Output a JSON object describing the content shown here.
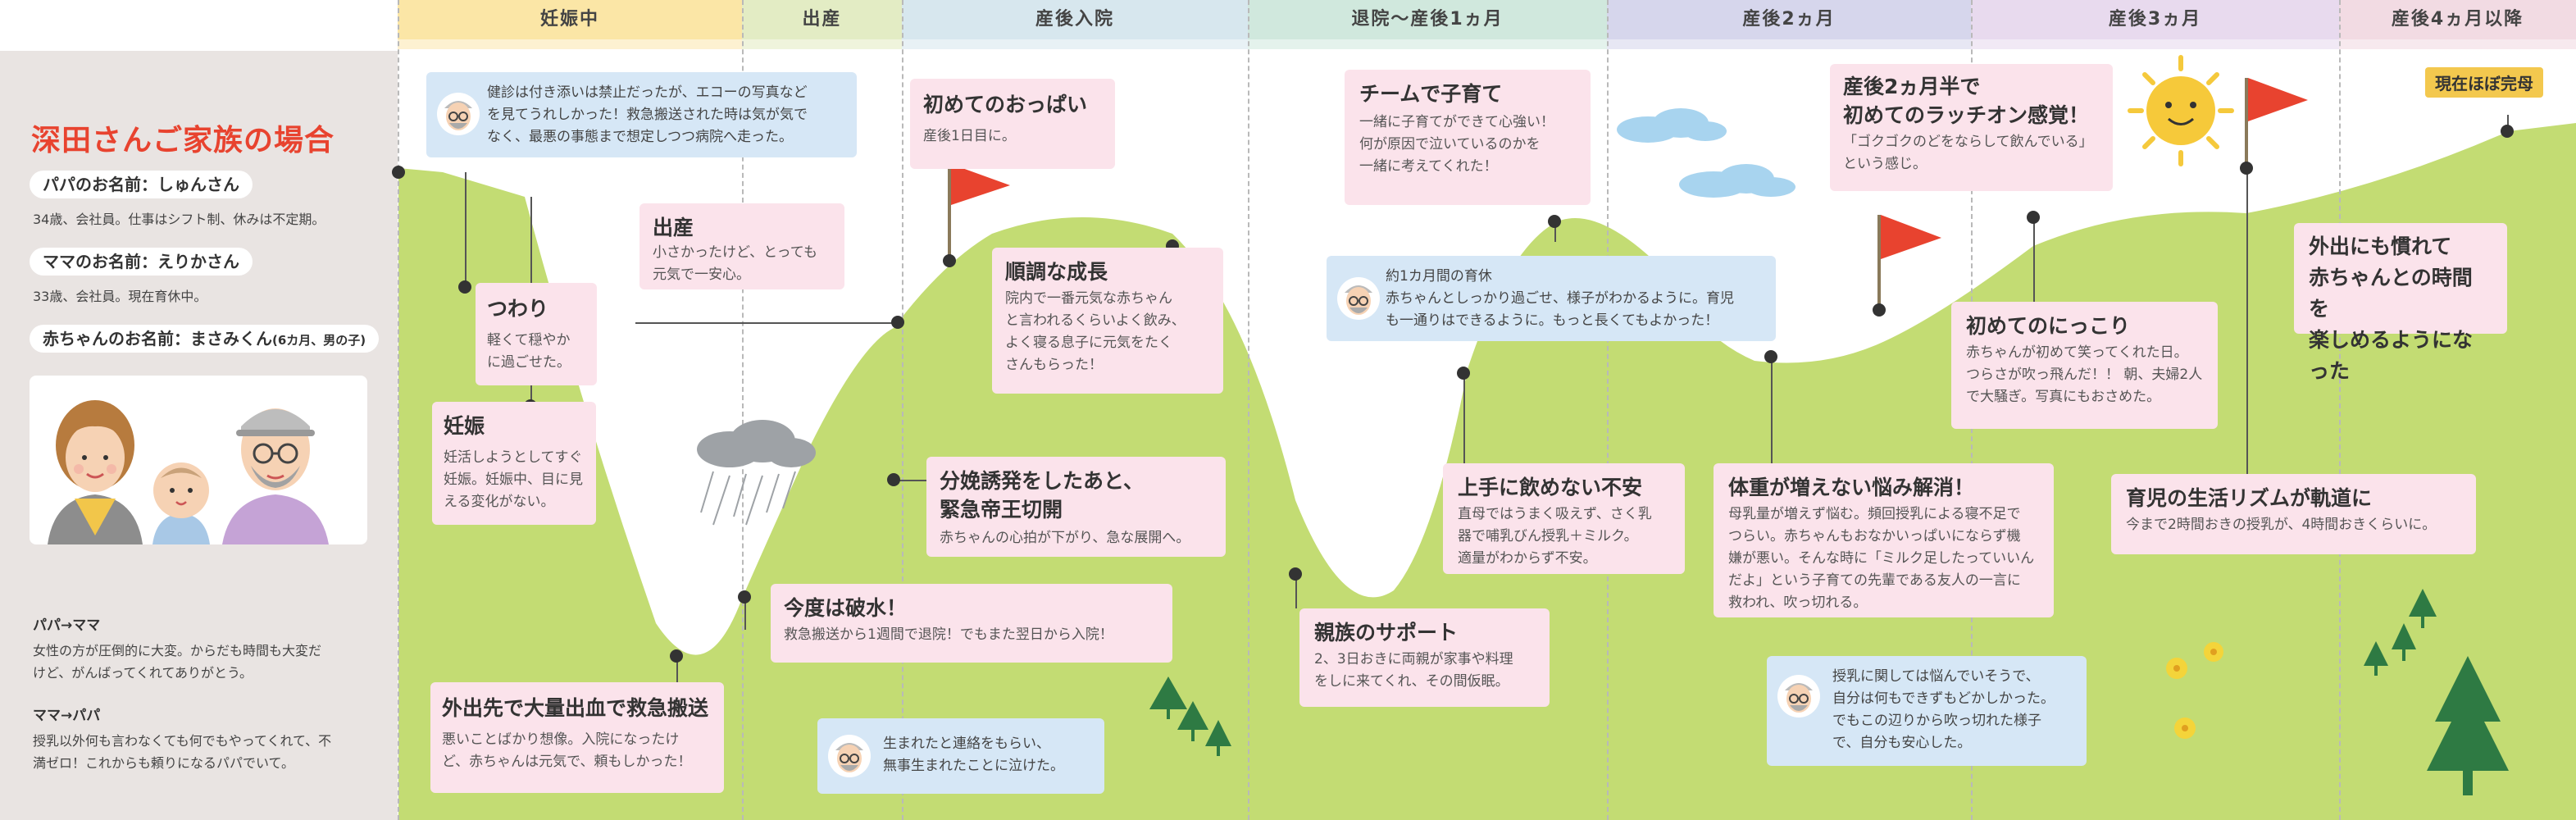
{
  "phases": [
    {
      "label": "妊娠中",
      "color": "#fbe6a6",
      "band": "#fdf1d1"
    },
    {
      "label": "出産",
      "color": "#e3ecc4",
      "band": "#eff4dc"
    },
    {
      "label": "産後入院",
      "color": "#d7e7ee",
      "band": "#e8f1f5"
    },
    {
      "label": "退院〜産後1ヵ月",
      "color": "#d0e8dd",
      "band": "#e4f2ec"
    },
    {
      "label": "産後2ヵ月",
      "color": "#d6d6ec",
      "band": "#e7e7f4"
    },
    {
      "label": "産後3ヵ月",
      "color": "#e8daee",
      "band": "#f1e9f5"
    },
    {
      "label": "産後4ヵ月以降",
      "color": "#f2dbe3",
      "band": "#f7e9ee"
    }
  ],
  "family": {
    "title": "深田さんご家族の場合",
    "papa_name": "パパのお名前：しゅんさん",
    "papa_desc": "34歳、会社員。仕事はシフト制、休みは不定期。",
    "mama_name": "ママのお名前：えりかさん",
    "mama_desc": "33歳、会社員。現在育休中。",
    "baby_name": "赤ちゃんのお名前：まさみくん",
    "baby_age": "(6カ月、男の子)",
    "papa_to_mama_head": "パパ→ママ",
    "papa_to_mama_1": "女性の方が圧倒的に大変。からだも時間も大変だ",
    "papa_to_mama_2": "けど、がんばってくれてありがとう。",
    "mama_to_papa_head": "ママ→パパ",
    "mama_to_papa_1": "授乳以外何も言わなくても何でもやってくれて、不",
    "mama_to_papa_2": "満ゼロ！これからも頼りになるパパでいて。"
  },
  "events": {
    "tsuwari": {
      "title": "つわり",
      "l1": "軽くて穏やか",
      "l2": "に過ごせた。"
    },
    "ninshin": {
      "title": "妊娠",
      "l1": "妊活しようとしてすぐ",
      "l2": "妊娠。妊娠中、目に見",
      "l3": "える変化がない。"
    },
    "bleed": {
      "title": "外出先で大量出血で救急搬送",
      "l1": "悪いことばかり想像。入院になったけ",
      "l2": "ど、赤ちゃんは元気で、頼もしかった！"
    },
    "hasui": {
      "title": "今度は破水！",
      "l1": "救急搬送から1週間で退院！でもまた翌日から入院！"
    },
    "shussan": {
      "title": "出産",
      "l1": "小さかったけど、とっても",
      "l2": "元気で一安心。"
    },
    "oppai": {
      "title": "初めてのおっぱい",
      "l1": "産後1日目に。"
    },
    "seichou": {
      "title": "順調な成長",
      "l1": "院内で一番元気な赤ちゃん",
      "l2": "と言われるくらいよく飲み、",
      "l3": "よく寝る息子に元気をたく",
      "l4": "さんもらった！"
    },
    "teio": {
      "title1": "分娩誘発をしたあと、",
      "title2": "緊急帝王切開",
      "l1": "赤ちゃんの心拍が下がり、急な展開へ。"
    },
    "team": {
      "title": "チームで子育て",
      "l1": "一緒に子育てができて心強い！",
      "l2": "何が原因で泣いているのかを",
      "l3": "一緒に考えてくれた！"
    },
    "shinzoku": {
      "title": "親族のサポート",
      "l1": "2、3日おきに両親が家事や料理",
      "l2": "をしに来てくれ、その間仮眠。"
    },
    "nomenai": {
      "title": "上手に飲めない不安",
      "l1": "直母ではうまく吸えず、さく乳",
      "l2": "器で哺乳びん授乳＋ミルク。",
      "l3": "適量がわからず不安。"
    },
    "latch": {
      "title1": "産後2ヵ月半で",
      "title2": "初めてのラッチオン感覚！",
      "l1": "「ゴクゴクのどをならして飲んでいる」",
      "l2": "という感じ。"
    },
    "weight": {
      "title": "体重が増えない悩み解消！",
      "l1": "母乳量が増えず悩む。頻回授乳による寝不足で",
      "l2": "つらい。赤ちゃんもおなかいっぱいにならず機",
      "l3": "嫌が悪い。そんな時に「ミルク足したっていいん",
      "l4": "だよ」という子育ての先輩である友人の一言に",
      "l5": "救われ、吹っ切れる。"
    },
    "nikkori": {
      "title": "初めてのにっこり",
      "l1": "赤ちゃんが初めて笑ってくれた日。",
      "l2": "つらさが吹っ飛んだ！！ 朝、夫婦2人",
      "l3": "で大騒ぎ。写真にもおさめた。"
    },
    "rhythm": {
      "title": "育児の生活リズムが軌道に",
      "l1": "今まで2時間おきの授乳が、4時間おきくらいに。"
    },
    "gaishutsu": {
      "l1": "外出にも慣れて",
      "l2": "赤ちゃんとの時間を",
      "l3": "楽しめるようになった"
    }
  },
  "papa_comments": {
    "kenshin": {
      "l1": "健診は付き添いは禁止だったが、エコーの写真など",
      "l2": "を見てうれしかった！救急搬送された時は気が気で",
      "l3": "なく、最悪の事態まで想定しつつ病院へ走った。"
    },
    "umareta": {
      "l1": "生まれたと連絡をもらい、",
      "l2": "無事生まれたことに泣けた。"
    },
    "ikukyu": {
      "l1": "約1カ月間の育休",
      "l2": "赤ちゃんとしっかり過ごせ、様子がわかるように。育児",
      "l3": "も一通りはできるように。もっと長くてもよかった！"
    },
    "junyu": {
      "l1": "授乳に関しては悩んでいそうで、",
      "l2": "自分は何もできずもどかしかった。",
      "l3": "でもこの辺りから吹っ切れた様子",
      "l4": "で、自分も安心した。"
    }
  },
  "done_tag": "現在ほぼ完母",
  "colors": {
    "hill": "#c3dc73",
    "card": "#fbe3eb",
    "bubble": "#d6e7f6",
    "flag": "#e8432f",
    "accent": "#e8432f"
  }
}
